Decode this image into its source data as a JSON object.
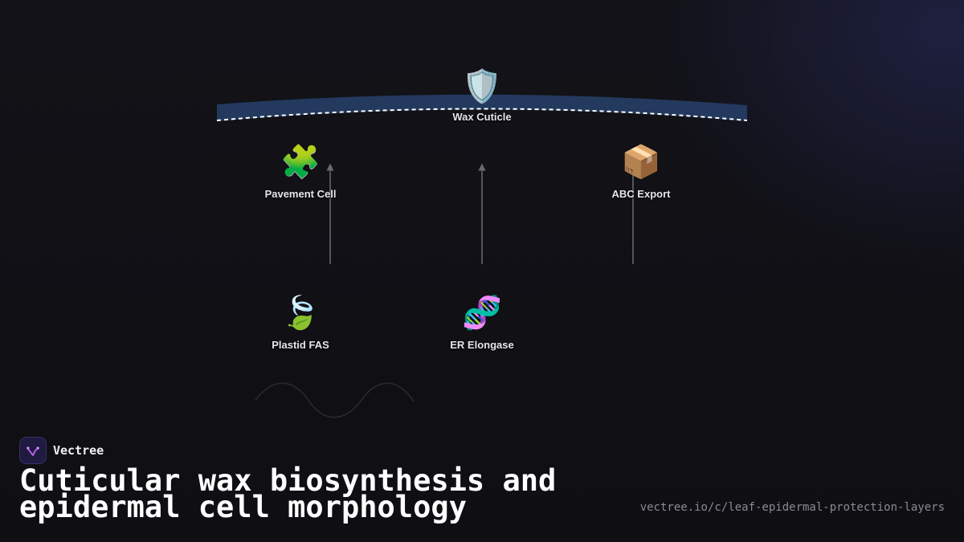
{
  "diagram": {
    "nodes": [
      {
        "id": "wax-cuticle",
        "emoji": "🛡️",
        "icon": "shield-icon",
        "label": "Wax Cuticle"
      },
      {
        "id": "pavement-cell",
        "emoji": "🧩",
        "icon": "puzzle-piece-icon",
        "label": "Pavement Cell"
      },
      {
        "id": "abc-export",
        "emoji": "📦",
        "icon": "package-icon",
        "label": "ABC Export"
      },
      {
        "id": "plastid-fas",
        "emoji": "🍃",
        "icon": "leaf-icon",
        "label": "Plastid FAS"
      },
      {
        "id": "er-elongase",
        "emoji": "🧬",
        "icon": "dna-icon",
        "label": "ER Elongase"
      }
    ],
    "colors": {
      "cuticle_band": "#233a5e",
      "cuticle_edge": "#ffffff",
      "arrow": "#6a6a70",
      "background": "#111115"
    }
  },
  "brand": {
    "name": "Vectree",
    "logo_icon": "vectree-logo-icon",
    "logo_color": "#b15ce0"
  },
  "title": "Cuticular wax biosynthesis and epidermal cell morphology",
  "source_url": "vectree.io/c/leaf-epidermal-protection-layers"
}
